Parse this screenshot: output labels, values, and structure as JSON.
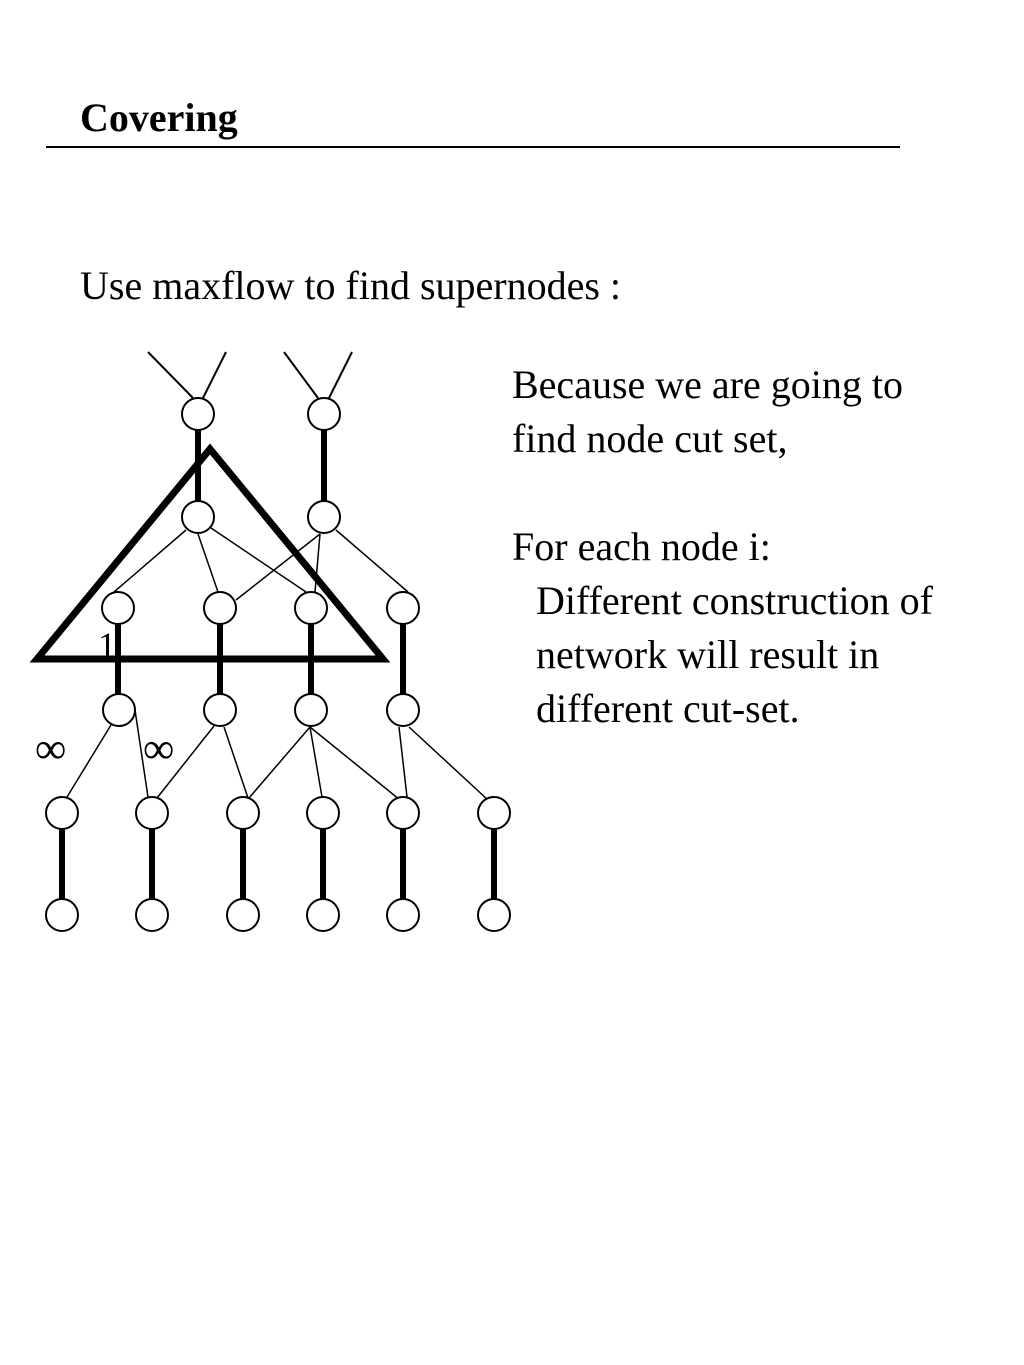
{
  "slide": {
    "title": "Covering",
    "subtitle": "Use maxflow to find supernodes :",
    "explanation": {
      "line1": "Because we are going to",
      "line2": "find node cut set,",
      "line3": "For each node i:",
      "line4": "Different construction of",
      "line5": "network will result in",
      "line6": "different cut-set."
    }
  },
  "diagram": {
    "labels": {
      "capacity_one": "1",
      "infinity_left": "∞",
      "infinity_right": "∞"
    }
  }
}
